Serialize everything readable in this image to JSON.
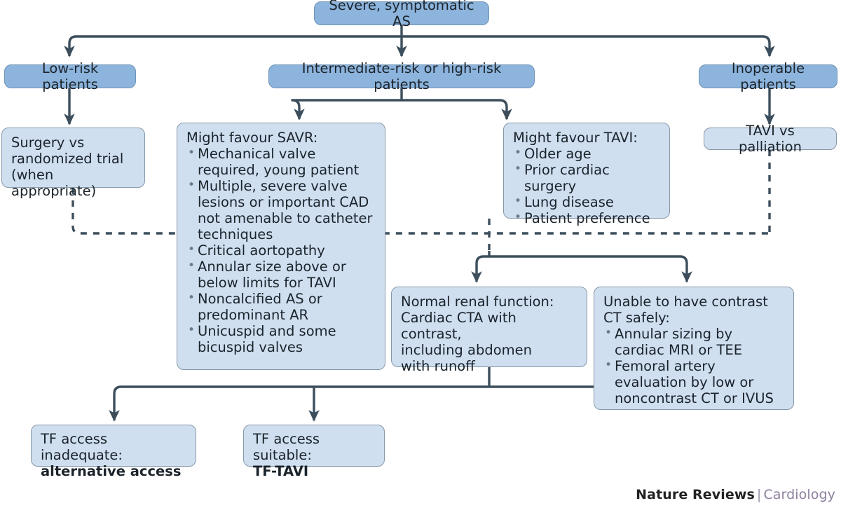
{
  "diagram": {
    "title_node": {
      "label": "Severe, symptomatic AS"
    },
    "risk_groups": [
      {
        "label": "Low-risk patients"
      },
      {
        "label": "Intermediate-risk or high-risk patients"
      },
      {
        "label": "Inoperable patients"
      }
    ],
    "low_risk_outcome": {
      "label": "Surgery vs\nrandomized trial\n(when appropriate)"
    },
    "savr": {
      "lead": "Might favour SAVR:",
      "items": [
        "Mechanical valve required, young patient",
        "Multiple, severe valve lesions or important CAD not amenable to catheter techniques",
        "Critical aortopathy",
        "Annular size above or below limits for TAVI",
        "Noncalcified AS or predominant AR",
        "Unicuspid and some bicuspid valves"
      ]
    },
    "tavi": {
      "lead": "Might favour TAVI:",
      "items": [
        "Older age",
        "Prior cardiac surgery",
        "Lung disease",
        "Patient preference"
      ]
    },
    "inoperable_outcome": {
      "label": "TAVI vs palliation"
    },
    "imaging_normal_renal": {
      "label": "Normal renal function:\nCardiac CTA with contrast,\nincluding abdomen\nwith runoff"
    },
    "imaging_no_contrast": {
      "lead": "Unable to have contrast\nCT safely:",
      "items": [
        "Annular sizing by cardiac MRI or TEE",
        "Femoral artery evaluation by low or noncontrast CT or IVUS"
      ]
    },
    "access_outcomes": [
      {
        "normal": "TF access inadequate:",
        "emphasis": "alternative access"
      },
      {
        "normal": "TF access suitable:",
        "emphasis": "TF-TAVI"
      }
    ]
  },
  "footer": {
    "brand": "Nature Reviews",
    "separator": "|",
    "journal": "Cardiology"
  },
  "colors": {
    "header_fill": "#8cb4dc",
    "content_fill": "#cfdff0",
    "connector": "#3c4e5c",
    "journal_text": "#8d7f9e"
  }
}
